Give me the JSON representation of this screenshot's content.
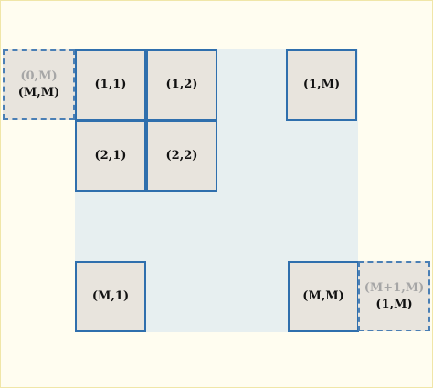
{
  "cells": {
    "c11": "(1,1)",
    "c12": "(1,2)",
    "c1m": "(1,M)",
    "c21": "(2,1)",
    "c22": "(2,2)",
    "cm1": "(M,1)",
    "cmm": "(M,M)"
  },
  "ghost_left": {
    "top": "(0,M)",
    "bottom": "(M,M)"
  },
  "ghost_right": {
    "top": "(M+1,M)",
    "bottom": "(1,M)"
  },
  "colors": {
    "background": "#fffdf0",
    "grid_fill": "#e7eff0",
    "cell_fill": "#e8e4dd",
    "cell_border": "#2f6fad",
    "ghost_text": "#a6a6a6"
  }
}
